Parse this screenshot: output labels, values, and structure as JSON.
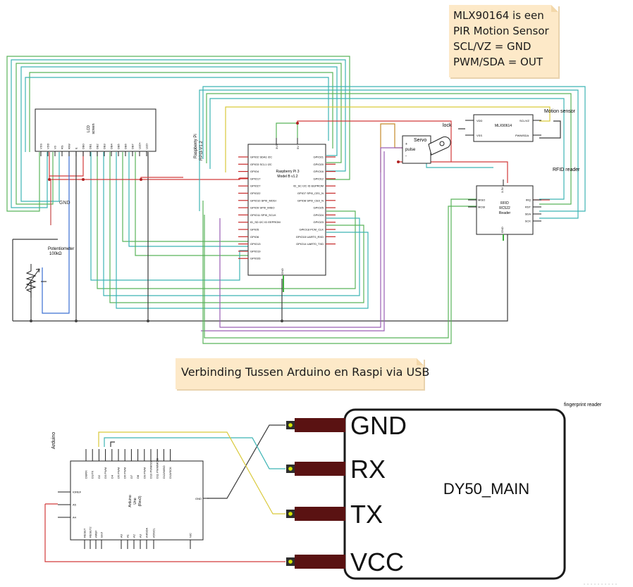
{
  "notes": {
    "pir": [
      "MLX90164 is een",
      "PIR Motion Sensor",
      "SCL/VZ = GND",
      "PWM/SDA = OUT"
    ],
    "usb": "Verbinding Tussen Arduino en  Raspi via USB"
  },
  "lcd": {
    "title": "LCD",
    "subtitle": "screen",
    "pins": [
      "VSS",
      "VDD",
      "V0",
      "RS",
      "R/W",
      "E",
      "DB0",
      "DB1",
      "DB2",
      "DB3",
      "DB4",
      "DB5",
      "DB6",
      "DB7",
      "LED+",
      "LED-"
    ]
  },
  "potentiometer": {
    "name": "Potentiometer",
    "value": "100kΩ"
  },
  "wire_label_gnd": "GND",
  "raspi": {
    "title1": "Raspberry Pi 3",
    "title2": "Model B v1.2",
    "side_label": "Raspberry Pi",
    "side_label2": "RPI3-V1.2",
    "top_pins": [
      "3V3",
      "5V"
    ],
    "bottom_pin": "GND",
    "left_pins": [
      "GPIO2 SDA1 I2C",
      "GPIO3 SCL1 I2C",
      "GPIO4",
      "GPIO17",
      "GPIO27",
      "GPIO22",
      "GPIO10 SPI0_MOSI",
      "GPIO9 SPI0_MISO",
      "GPIO11 SPI0_SCLK",
      "ID_SD I2C ID EEPROM",
      "GPIO5",
      "GPIO6",
      "GPIO13",
      "GPIO19",
      "GPIO26"
    ],
    "right_pins": [
      "GPIO21",
      "GPIO20",
      "GPIO16",
      "GPIO12",
      "ID_SC I2C ID EEPROM",
      "GPIO7 SPI0_CE1_N",
      "GPIO8 SPI0_CE0_N",
      "GPIO25",
      "GPIO24",
      "GPIO23",
      "GPIO18 PCM_CLK",
      "GPIO15 UART0_RXD",
      "GPIO14 UART0_TXD"
    ]
  },
  "servo": {
    "name": "Servo",
    "pin_pulse": "pulse",
    "pin_plus": "+",
    "pin_minus": "-"
  },
  "pir": {
    "name": "MLX90614",
    "label": "Motion sensor",
    "pin_vdd": "VDD",
    "pin_vss": "VSS",
    "pin_scl": "SCL/VZ",
    "pin_pwm": "PWM/SDA",
    "lock_label": "lock"
  },
  "rfid": {
    "label": "RFID reader",
    "name1": "RFID",
    "name2": "RC522",
    "name3": "Reader",
    "top_pin": "3.3V",
    "bottom_pin": "GND",
    "left_pins": [
      "MISO",
      "MOSI"
    ],
    "right_pins": [
      "IRQ",
      "RST",
      "SDA",
      "SCK"
    ]
  },
  "arduino": {
    "label": "Arduino",
    "name1": "Arduino",
    "name2": "Uno",
    "name3": "(Rev3)",
    "top_pins": [
      "D0/RX",
      "D1/TX",
      "D2",
      "D3 PWM",
      "D4",
      "D5 PWM",
      "D6 PWM",
      "D7",
      "D8",
      "D9 PWM",
      "D10 PWM/SS",
      "D11 PWM/MOSI",
      "D12/MISO",
      "D13/SCK"
    ],
    "left_pins": [
      "IOREF",
      "A5",
      "A4"
    ],
    "gnd_pin": "GND",
    "bottom_pins": [
      "RESET",
      "RESET2",
      "AREF",
      "ioref",
      "A0",
      "A1",
      "A2",
      "A3",
      "A4/SDA",
      "A5/SCL",
      "N/C"
    ]
  },
  "fingerprint": {
    "label": "fingerprint reader",
    "pins": [
      "GND",
      "RX",
      "TX",
      "VCC"
    ],
    "main": "DY50_MAIN"
  }
}
